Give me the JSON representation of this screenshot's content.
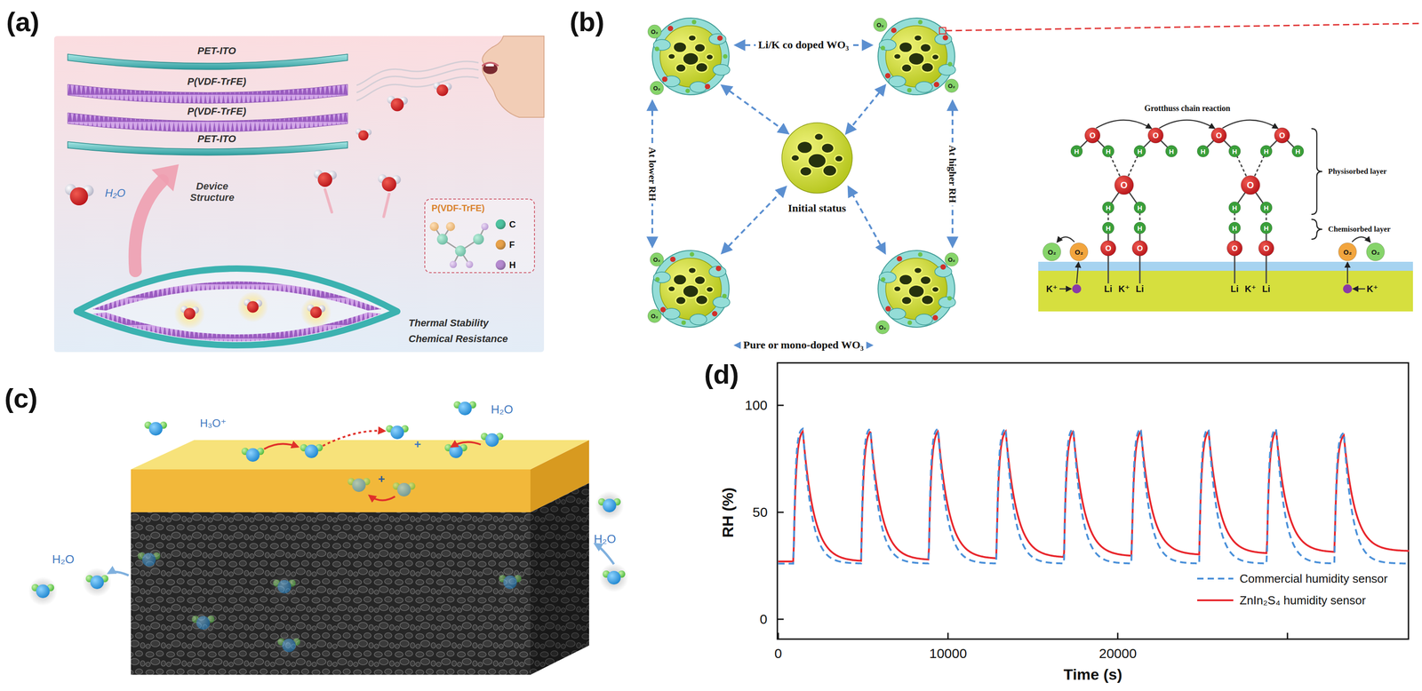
{
  "diagram": {
    "nodes": [
      {
        "text": [
          "P(VDF-TrFE)"
        ]
      }
    ],
    "labels": [
      "(a)",
      "PET-ITO",
      "P(VDF-TrFE)",
      "P(VDF-TrFE)",
      "PET-ITO",
      "Device Structure",
      "H₂O",
      "Thermal Stability",
      "Chemical Resistance",
      "(b)",
      "Li/K co doped WO₃",
      "At lower RH",
      "Initial status",
      "At higher RH",
      "Pure or mono-doped WO₃",
      "Grotthuss chain reaction",
      "Physisorbed layer",
      "Chemisorbed layer",
      "O",
      "O",
      "O",
      "O",
      "H",
      "H",
      "H",
      "H",
      "H",
      "H",
      "H",
      "H",
      "O",
      "O",
      "H",
      "H",
      "H",
      "H",
      "H",
      "H",
      "H",
      "H",
      "O",
      "O",
      "O",
      "O",
      "Li",
      "Li",
      "Li",
      "Li",
      "K⁺",
      "K⁺",
      "K⁺",
      "K⁺",
      "O₂",
      "O₂",
      "O₂",
      "O₂",
      "O₂",
      "O₂",
      "O₂",
      "O₂",
      "O₂",
      "O₂",
      "O₂",
      "O₂",
      "(c)",
      "H₂O",
      "H₃O⁺",
      "+",
      "+",
      "H₂O",
      "H₂O",
      "(d)",
      "100",
      "50",
      "0",
      "0",
      "10000",
      "20000",
      "RH (%)",
      "Time (s)"
    ],
    "legend": [
      {
        "text": "C",
        "color": "#4fc3a0"
      },
      {
        "text": "F",
        "color": "#e8a24a"
      },
      {
        "text": "H",
        "color": "#b58ad0"
      },
      {
        "text": "Commercial humidity sensor"
      },
      {
        "text": "ZnIn₂S₄ humidity sensor"
      }
    ]
  }
}
